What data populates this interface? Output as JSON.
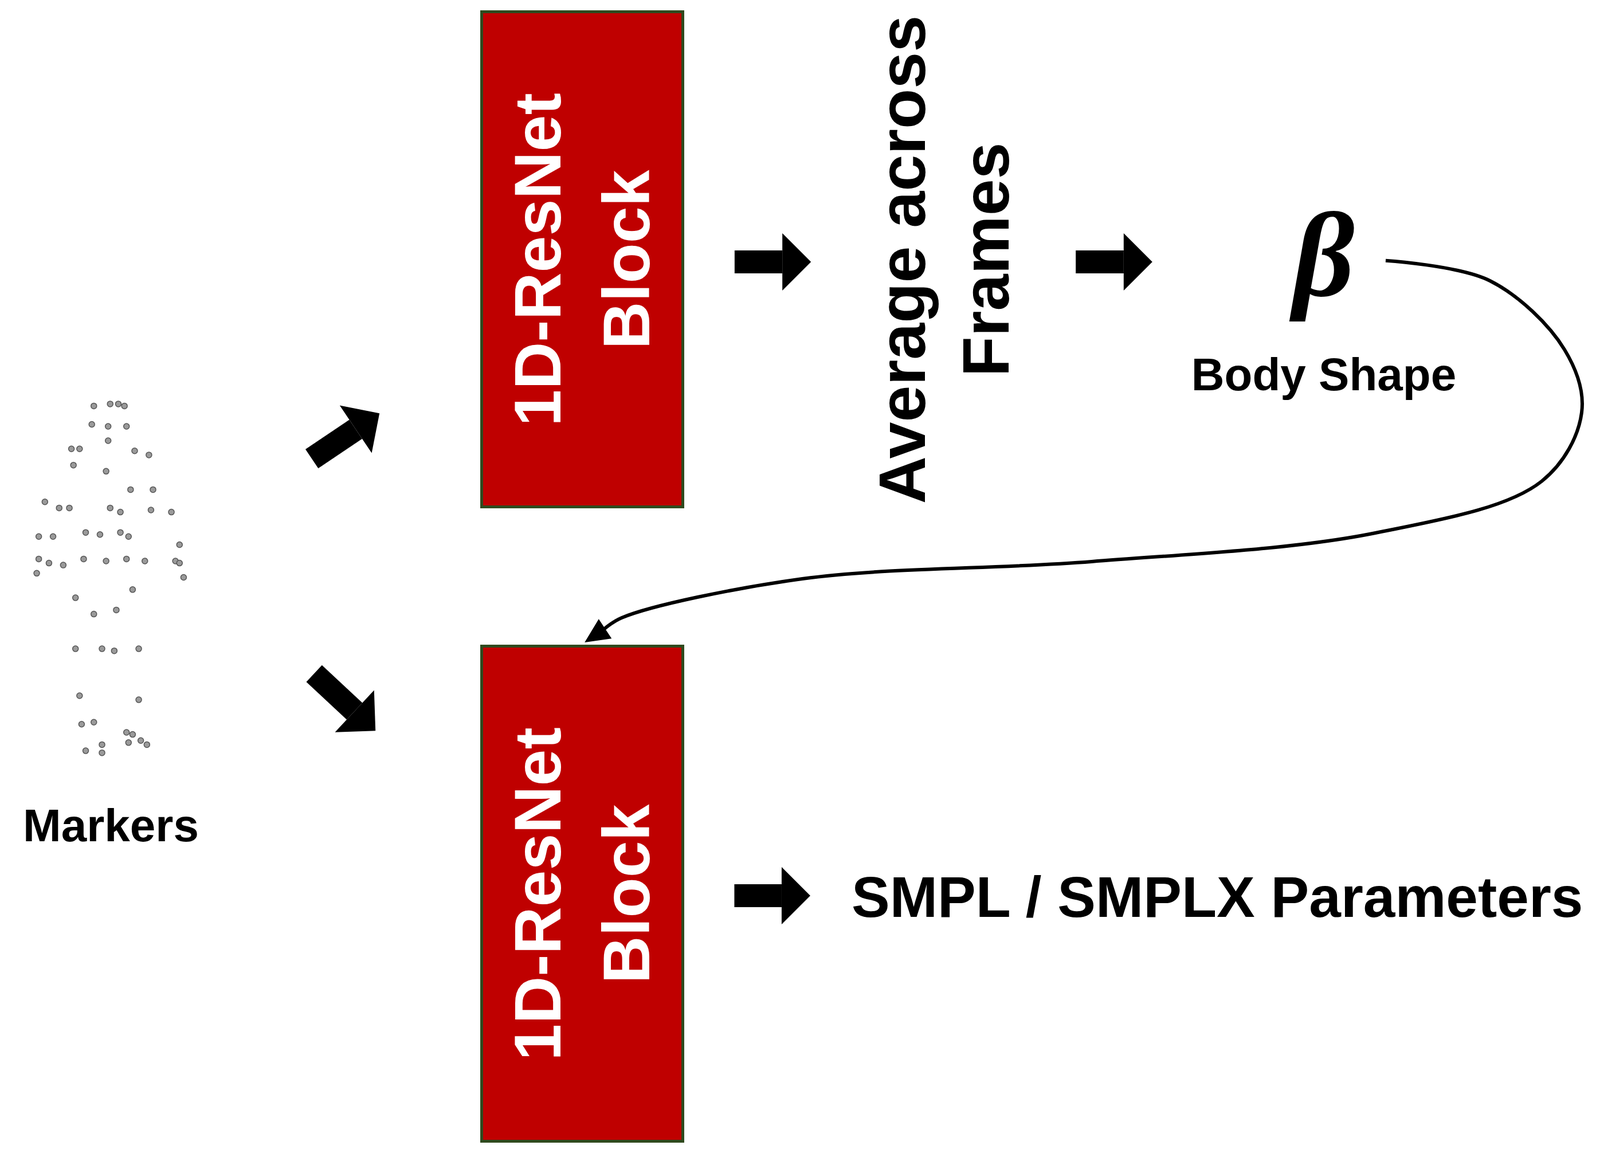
{
  "diagram": {
    "nodes": [
      {
        "text": [
          "Markers"
        ]
      },
      {
        "text": [
          "1D-ResNet Block"
        ]
      },
      {
        "text": [
          "Average across Frames"
        ]
      },
      {
        "text": [
          "β",
          "Body Shape"
        ]
      },
      {
        "text": [
          "1D-ResNet Block"
        ]
      },
      {
        "text": [
          "SMPL / SMPLX Parameters"
        ]
      }
    ],
    "edges": [
      {
        "from": 0,
        "to": 1,
        "arrow": "to"
      },
      {
        "from": 0,
        "to": 4,
        "arrow": "to"
      },
      {
        "from": 1,
        "to": 2,
        "arrow": "to"
      },
      {
        "from": 2,
        "to": 3,
        "arrow": "to"
      },
      {
        "from": 3,
        "to": 4,
        "arrow": "to"
      },
      {
        "from": 4,
        "to": 5,
        "arrow": "to"
      }
    ]
  }
}
